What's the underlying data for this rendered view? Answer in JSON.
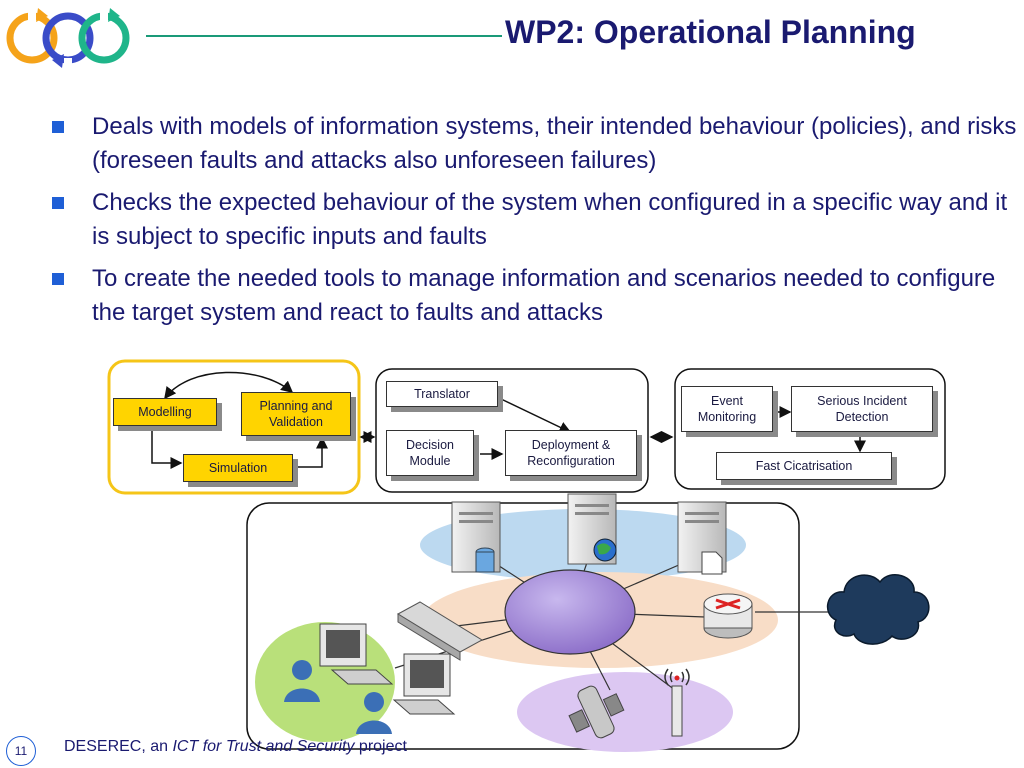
{
  "title": "WP2: Operational Planning",
  "bullets": [
    "Deals with models of information systems, their intended behaviour (policies), and risks (foreseen faults and attacks also unforeseen failures)",
    "Checks the expected behaviour of the system when configured in a specific way and it is subject to specific inputs and faults",
    "To create the needed tools to manage information and scenarios needed to configure the target system and react to faults and attacks"
  ],
  "diagram": {
    "modelling": "Modelling",
    "planning": "Planning and Validation",
    "simulation": "Simulation",
    "translator": "Translator",
    "decision": "Decision Module",
    "deployment": "Deployment & Reconfiguration",
    "event": "Event Monitoring",
    "serious": "Serious Incident Detection",
    "cicatrisation": "Fast Cicatrisation"
  },
  "footer": {
    "page_number": "11",
    "prefix": "DESEREC,  an ",
    "italic": "ICT for Trust and Security",
    "suffix": " project"
  },
  "colors": {
    "title": "#1a1a70",
    "bullet": "#1f5fd6",
    "panel_highlight": "#f5c518",
    "box_yellow": "#ffd400",
    "hub": "#9b7fd4"
  }
}
